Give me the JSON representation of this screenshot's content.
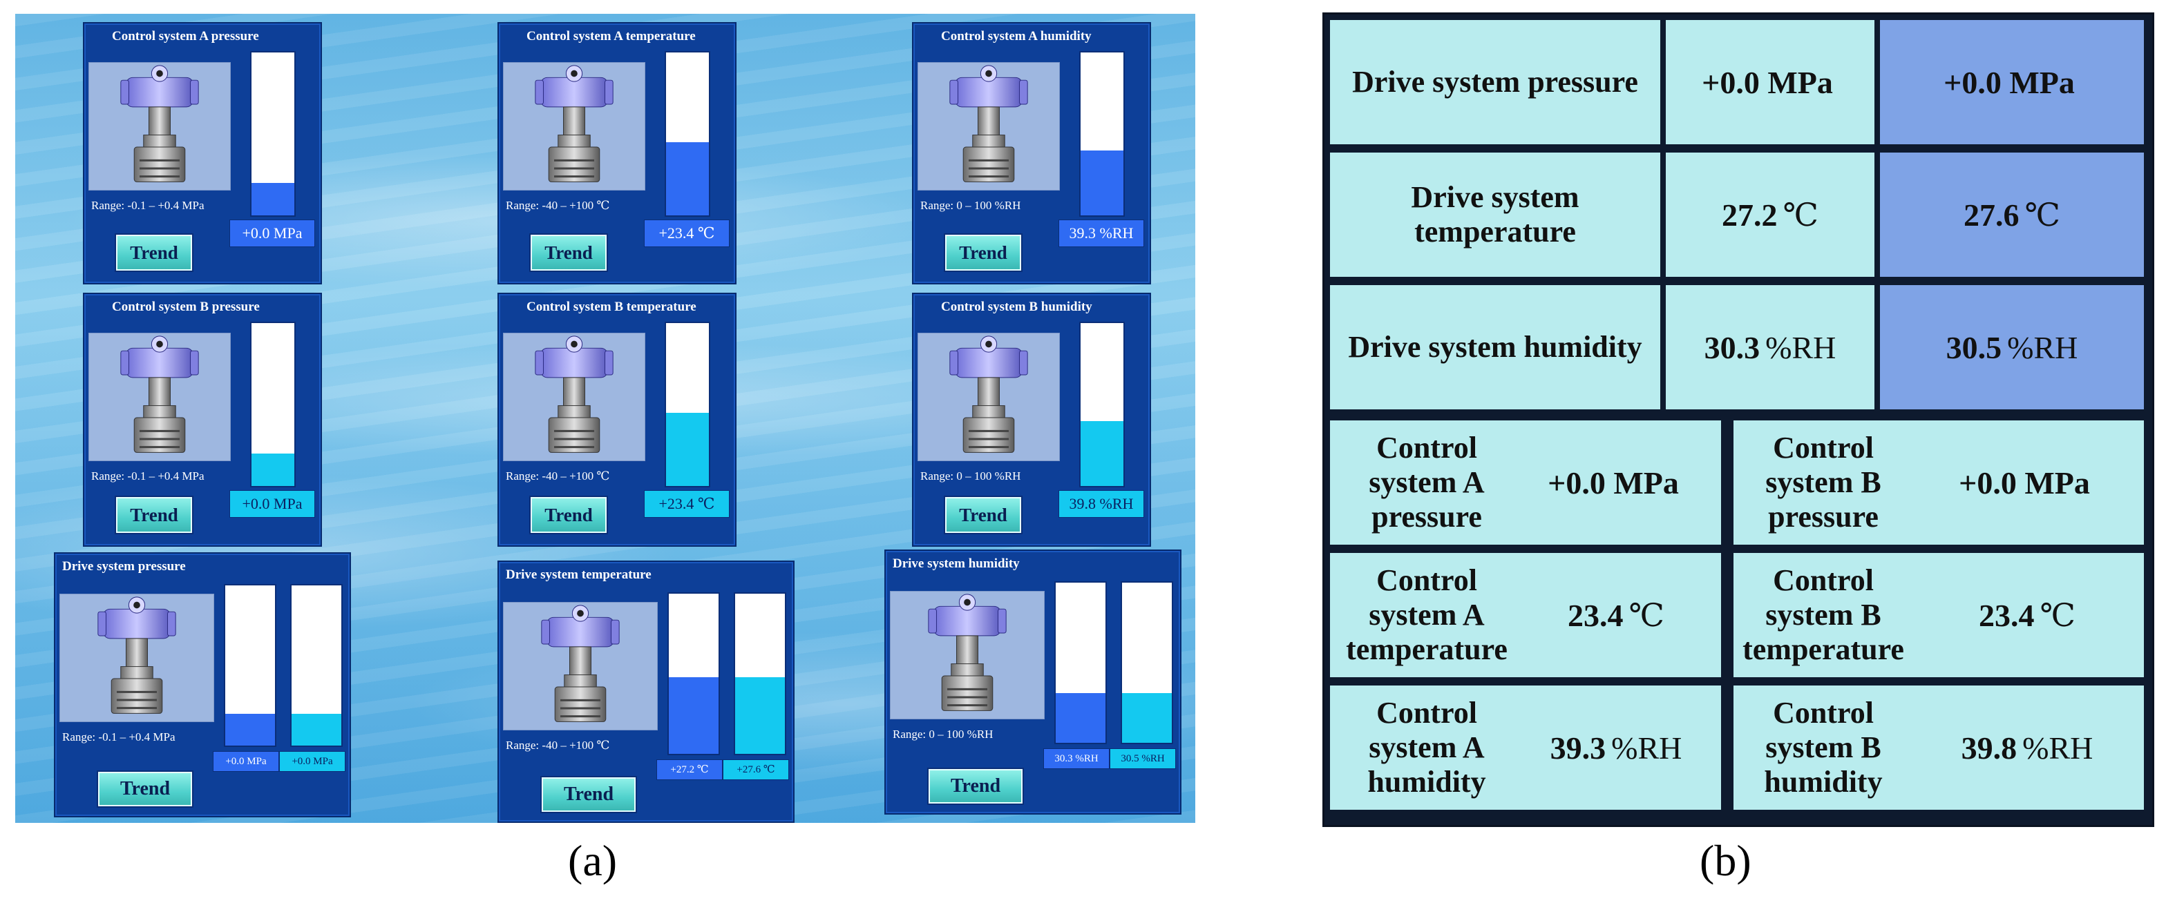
{
  "figure_a": {
    "panels": [
      {
        "id": "ctrl-a-pressure",
        "title": "Control system A pressure",
        "range": "Range: -0.1 – +0.4 MPa",
        "bars": [
          {
            "value": "+0.0 MPa",
            "level": 0.2,
            "color": "blue"
          }
        ],
        "trend_label": "Trend"
      },
      {
        "id": "ctrl-a-temperature",
        "title": "Control system A temperature",
        "range": "Range: -40 – +100 ℃",
        "bars": [
          {
            "value": "+23.4 ℃",
            "level": 0.45,
            "color": "blue"
          }
        ],
        "trend_label": "Trend"
      },
      {
        "id": "ctrl-a-humidity",
        "title": "Control system A humidity",
        "range": "Range: 0 – 100 %RH",
        "bars": [
          {
            "value": "39.3 %RH",
            "level": 0.4,
            "color": "blue"
          }
        ],
        "trend_label": "Trend"
      },
      {
        "id": "ctrl-b-pressure",
        "title": "Control system B pressure",
        "range": "Range: -0.1 – +0.4 MPa",
        "bars": [
          {
            "value": "+0.0 MPa",
            "level": 0.2,
            "color": "cyan"
          }
        ],
        "trend_label": "Trend"
      },
      {
        "id": "ctrl-b-temperature",
        "title": "Control system B temperature",
        "range": "Range: -40 – +100 ℃",
        "bars": [
          {
            "value": "+23.4 ℃",
            "level": 0.45,
            "color": "cyan"
          }
        ],
        "trend_label": "Trend"
      },
      {
        "id": "ctrl-b-humidity",
        "title": "Control system B humidity",
        "range": "Range: 0 – 100 %RH",
        "bars": [
          {
            "value": "39.8 %RH",
            "level": 0.4,
            "color": "cyan"
          }
        ],
        "trend_label": "Trend"
      },
      {
        "id": "drive-pressure",
        "title": "Drive system pressure",
        "range": "Range: -0.1 – +0.4 MPa",
        "bars": [
          {
            "value": "+0.0 MPa",
            "level": 0.2,
            "color": "blue"
          },
          {
            "value": "+0.0 MPa",
            "level": 0.2,
            "color": "cyan"
          }
        ],
        "trend_label": "Trend"
      },
      {
        "id": "drive-temperature",
        "title": "Drive system temperature",
        "range": "Range: -40 – +100 ℃",
        "bars": [
          {
            "value": "+27.2 ℃",
            "level": 0.48,
            "color": "blue"
          },
          {
            "value": "+27.6 ℃",
            "level": 0.48,
            "color": "cyan"
          }
        ],
        "trend_label": "Trend"
      },
      {
        "id": "drive-humidity",
        "title": "Drive system humidity",
        "range": "Range: 0 – 100 %RH",
        "bars": [
          {
            "value": "30.3 %RH",
            "level": 0.31,
            "color": "blue"
          },
          {
            "value": "30.5 %RH",
            "level": 0.31,
            "color": "cyan"
          }
        ],
        "trend_label": "Trend"
      }
    ],
    "caption": "(a)"
  },
  "figure_b": {
    "drive_rows": [
      {
        "label": "Drive system pressure",
        "v1_num": "+0.0 MPa",
        "v1_unit": "",
        "v2_num": "+0.0 MPa",
        "v2_unit": ""
      },
      {
        "label": "Drive system temperature",
        "v1_num": "27.2",
        "v1_unit": "℃",
        "v2_num": "27.6",
        "v2_unit": "℃"
      },
      {
        "label": "Drive system humidity",
        "v1_num": "30.3",
        "v1_unit": "%RH",
        "v2_num": "30.5",
        "v2_unit": "%RH"
      }
    ],
    "control_rows": [
      {
        "a_label": "Control system A pressure",
        "a_num": "+0.0 MPa",
        "a_unit": "",
        "b_label": "Control system B pressure",
        "b_num": "+0.0 MPa",
        "b_unit": ""
      },
      {
        "a_label": "Control system A temperature",
        "a_num": "23.4",
        "a_unit": "℃",
        "b_label": "Control system B temperature",
        "b_num": "23.4",
        "b_unit": "℃"
      },
      {
        "a_label": "Control system A humidity",
        "a_num": "39.3",
        "a_unit": "%RH",
        "b_label": "Control system B humidity",
        "b_num": "39.8",
        "b_unit": "%RH"
      }
    ],
    "caption": "(b)"
  }
}
